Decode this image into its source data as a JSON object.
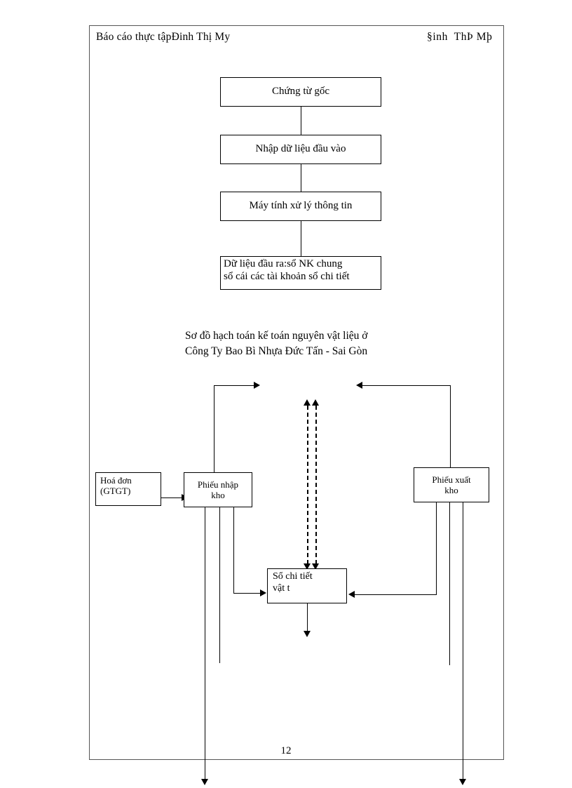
{
  "document": {
    "page_number": "12",
    "header": {
      "left": "Báo cáo thực tậpĐinh Thị My",
      "right": "§inh  ThÞ Mþ"
    }
  },
  "flowchart_top": {
    "title": "",
    "boxes": [
      {
        "id": "chung-tu-goc",
        "label": "Chứng từ gốc"
      },
      {
        "id": "nhap-du-lieu",
        "label": "Nhập dữ liệu đầu vào"
      },
      {
        "id": "may-tinh-xu-ly",
        "label": "Máy tính xử lý thông tin"
      },
      {
        "id": "du-lieu-dau-ra",
        "label": "Dữ liệu đầu ra:sổ NK chung\nsổ cái các tài khoản sổ chi tiết"
      }
    ]
  },
  "caption": {
    "line1": "Sơ đồ hạch toán kế toán nguyên vật liệu  ở",
    "line2": "Công Ty Bao Bì Nhựa Đức Tấn - Sai Gòn",
    "full": "Sơ đồ hạch toán kế toán nguyên vật liệu  ở\nCông Ty Bao Bì Nhựa Đức Tấn - Sai Gòn"
  },
  "flowchart_bottom": {
    "boxes": [
      {
        "id": "hoa-don",
        "label": "Hoá đơn\n(GTGT)"
      },
      {
        "id": "phieu-nhap-kho",
        "label": "Phiếu nhập\nkho"
      },
      {
        "id": "phieu-xuat-kho",
        "label": "Phiếu xuất\nkho"
      },
      {
        "id": "so-chi-tiet",
        "label": "Sổ chi tiết\nvật t"
      }
    ]
  },
  "colors": {
    "ink": "#000000",
    "frame": "#555555",
    "paper": "#ffffff"
  }
}
